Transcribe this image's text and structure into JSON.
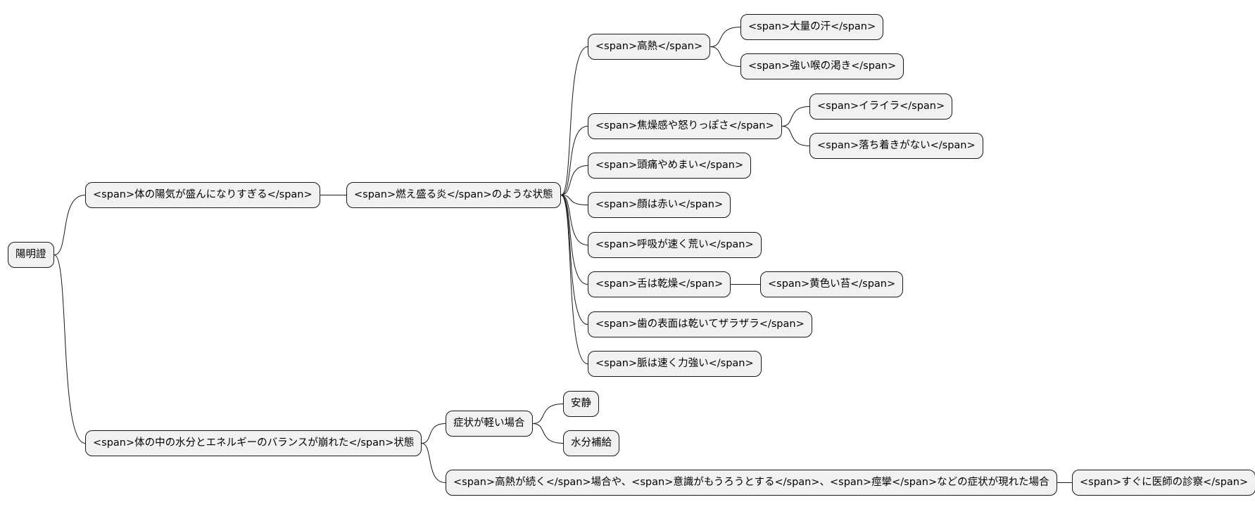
{
  "mindmap": {
    "root": {
      "label": "陽明證"
    },
    "branch_yang": {
      "label": "<span>体の陽気が盛んになりすぎる</span>"
    },
    "branch_fire": {
      "label": "<span>燃え盛る炎</span>のような状態"
    },
    "fire_children": {
      "high_fever": {
        "label": "<span>高熱</span>"
      },
      "sweat": {
        "label": "<span>大量の汗</span>"
      },
      "thirst": {
        "label": "<span>強い喉の渇き</span>"
      },
      "irritability": {
        "label": "<span>焦燥感や怒りっぽさ</span>"
      },
      "iraira": {
        "label": "<span>イライラ</span>"
      },
      "restless": {
        "label": "<span>落ち着きがない</span>"
      },
      "headache": {
        "label": "<span>頭痛やめまい</span>"
      },
      "red_face": {
        "label": "<span>顔は赤い</span>"
      },
      "breathing": {
        "label": "<span>呼吸が速く荒い</span>"
      },
      "dry_tongue": {
        "label": "<span>舌は乾燥</span>"
      },
      "yellow_coating": {
        "label": "<span>黄色い苔</span>"
      },
      "teeth": {
        "label": "<span>歯の表面は乾いてザラザラ</span>"
      },
      "pulse": {
        "label": "<span>脈は速く力強い</span>"
      }
    },
    "branch_balance": {
      "label": "<span>体の中の水分とエネルギーのバランスが崩れた</span>状態"
    },
    "mild": {
      "label": "症状が軽い場合"
    },
    "rest": {
      "label": "安静"
    },
    "hydration": {
      "label": "水分補給"
    },
    "severe": {
      "label": "<span>高熱が続く</span>場合や、<span>意識がもうろうとする</span>、<span>痙攣</span>などの症状が現れた場合"
    },
    "doctor": {
      "label": "<span>すぐに医師の診察</span>"
    }
  }
}
